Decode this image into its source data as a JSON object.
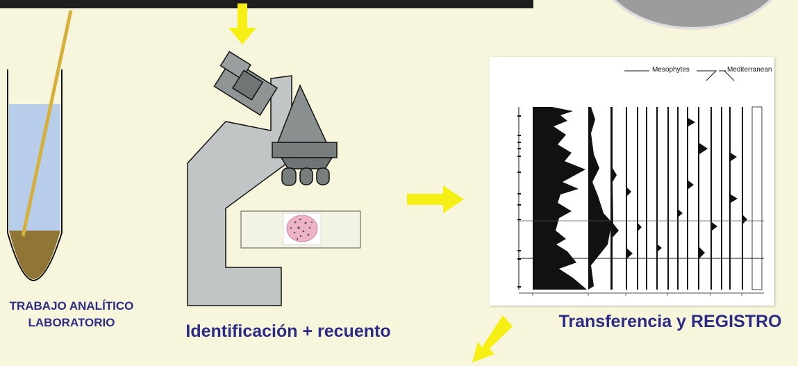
{
  "captions": {
    "lab_line1": "TRABAJO ANALÍTICO",
    "lab_line2": "LABORATORIO",
    "identification": "Identificación + recuento",
    "transfer": "Transferencia y REGISTRO"
  },
  "pollen_diagram": {
    "group_mesophytes": "Mesophytes",
    "group_mediterranean": "Mediterranean"
  },
  "colors": {
    "caption": "#2c2c85",
    "arrow": "#f5ef16",
    "tube_liquid": "#b7cdea",
    "sediment": "#8f7536",
    "microscope_light": "#c2c5c6",
    "microscope_dark": "#787d7e"
  },
  "icons": [
    "arrow-down-icon",
    "arrow-right-icon",
    "arrow-down-left-icon",
    "test-tube-icon",
    "microscope-icon",
    "slide-icon"
  ]
}
